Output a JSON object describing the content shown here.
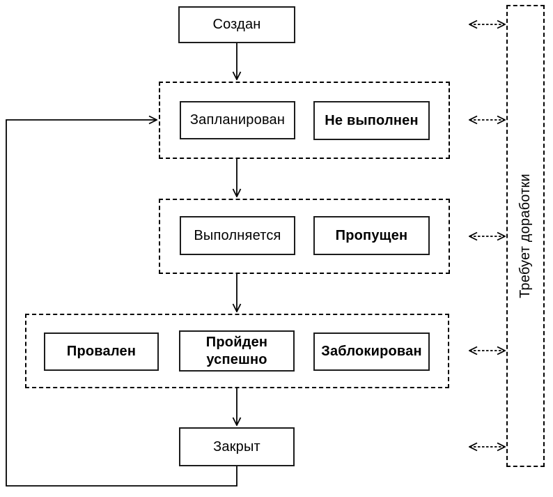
{
  "diagram": {
    "states": {
      "created": "Создан",
      "planned": "Запланирован",
      "not_performed": "Не выполнен",
      "in_progress": "Выполняется",
      "skipped": "Пропущен",
      "failed": "Провален",
      "passed": "Пройден успешно",
      "blocked": "Заблокирован",
      "closed": "Закрыт",
      "rework": "Требует доработки"
    },
    "colors": {
      "line": "#000000",
      "background": "#ffffff",
      "text": "#000000"
    }
  }
}
